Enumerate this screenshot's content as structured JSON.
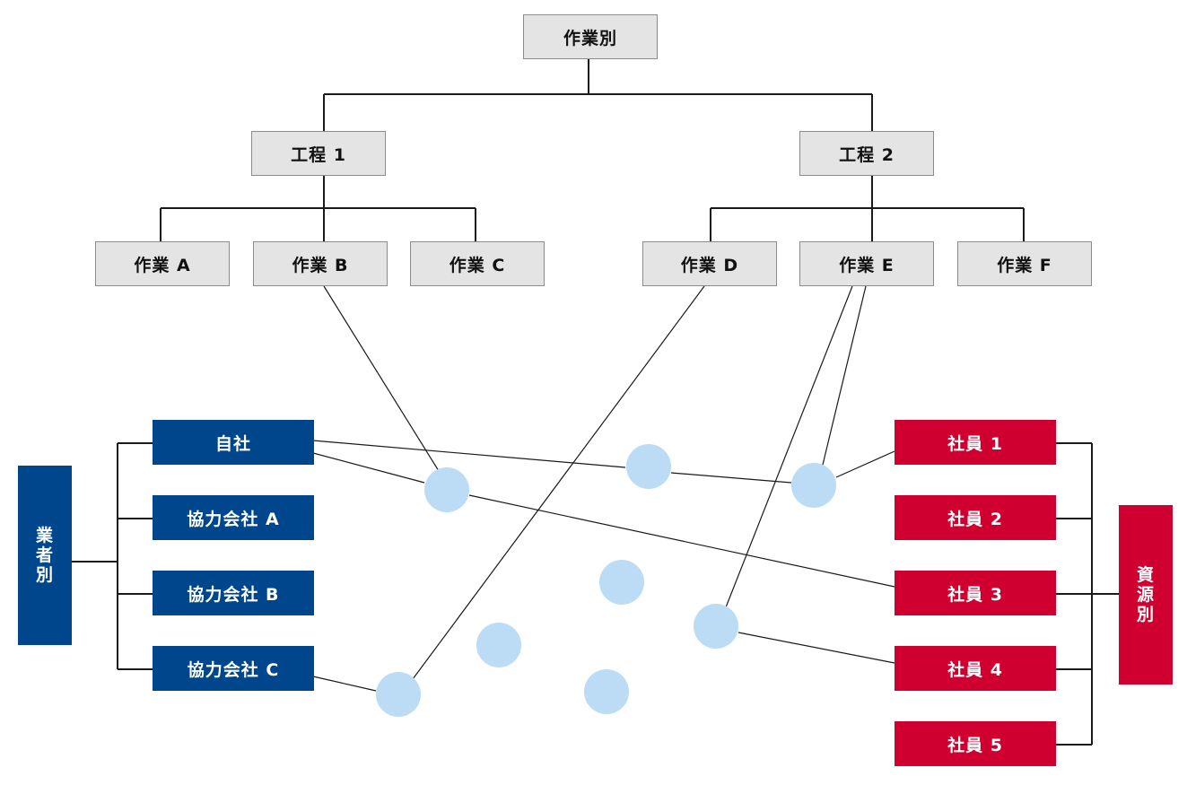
{
  "work_tree": {
    "root": "作業別",
    "processes": [
      {
        "label": "工程 1",
        "tasks": [
          "作業 A",
          "作業 B",
          "作業 C"
        ]
      },
      {
        "label": "工程 2",
        "tasks": [
          "作業 D",
          "作業 E",
          "作業 F"
        ]
      }
    ]
  },
  "vendor_tree": {
    "label": "業者別",
    "items": [
      "自社",
      "協力会社 A",
      "協力会社 B",
      "協力会社 C"
    ]
  },
  "resource_tree": {
    "label": "資源別",
    "items": [
      "社員 1",
      "社員 2",
      "社員 3",
      "社員 4",
      "社員 5"
    ]
  },
  "colors": {
    "vendor": "#00468c",
    "resource": "#cf0030",
    "work": "#e4e4e4",
    "node": "#bcdcf5"
  }
}
